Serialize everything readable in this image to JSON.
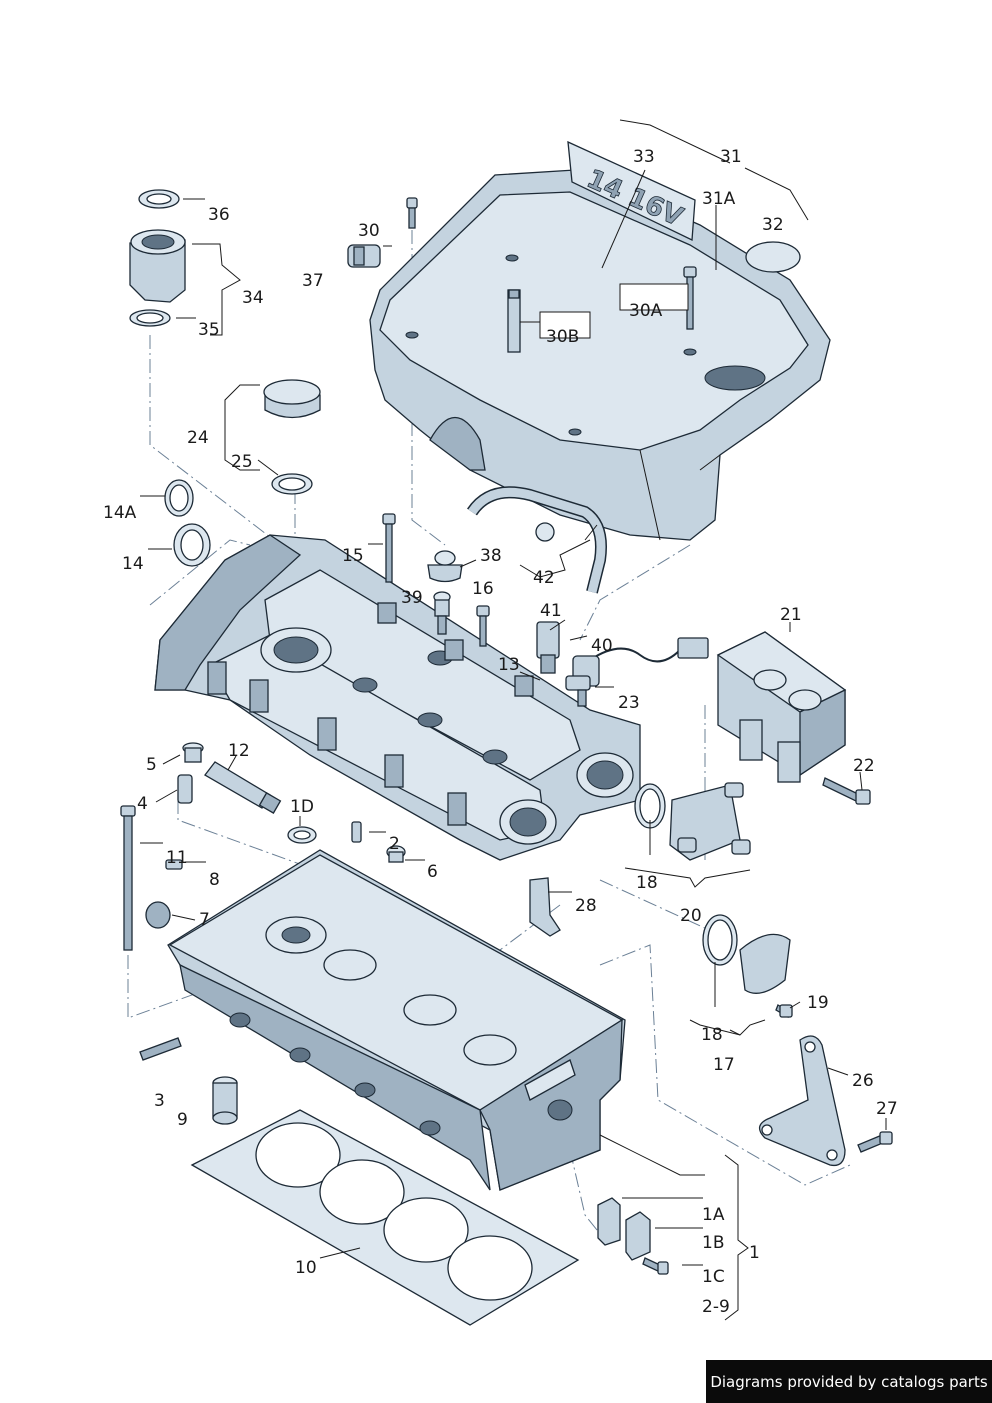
{
  "credit": "Diagrams provided by catalogs parts",
  "cover_badge": "14 16V",
  "labels": [
    "33",
    "31",
    "31A",
    "32",
    "36",
    "30",
    "37",
    "34",
    "35",
    "30A",
    "30B",
    "24",
    "25",
    "14A",
    "14",
    "15",
    "38",
    "42",
    "16",
    "39",
    "41",
    "40",
    "21",
    "13",
    "23",
    "12",
    "5",
    "4",
    "1D",
    "22",
    "11",
    "8",
    "2",
    "6",
    "7",
    "18",
    "28",
    "20",
    "19",
    "3",
    "17",
    "26",
    "9",
    "27",
    "1A",
    "1B",
    "1",
    "10",
    "1C",
    "2-9"
  ]
}
